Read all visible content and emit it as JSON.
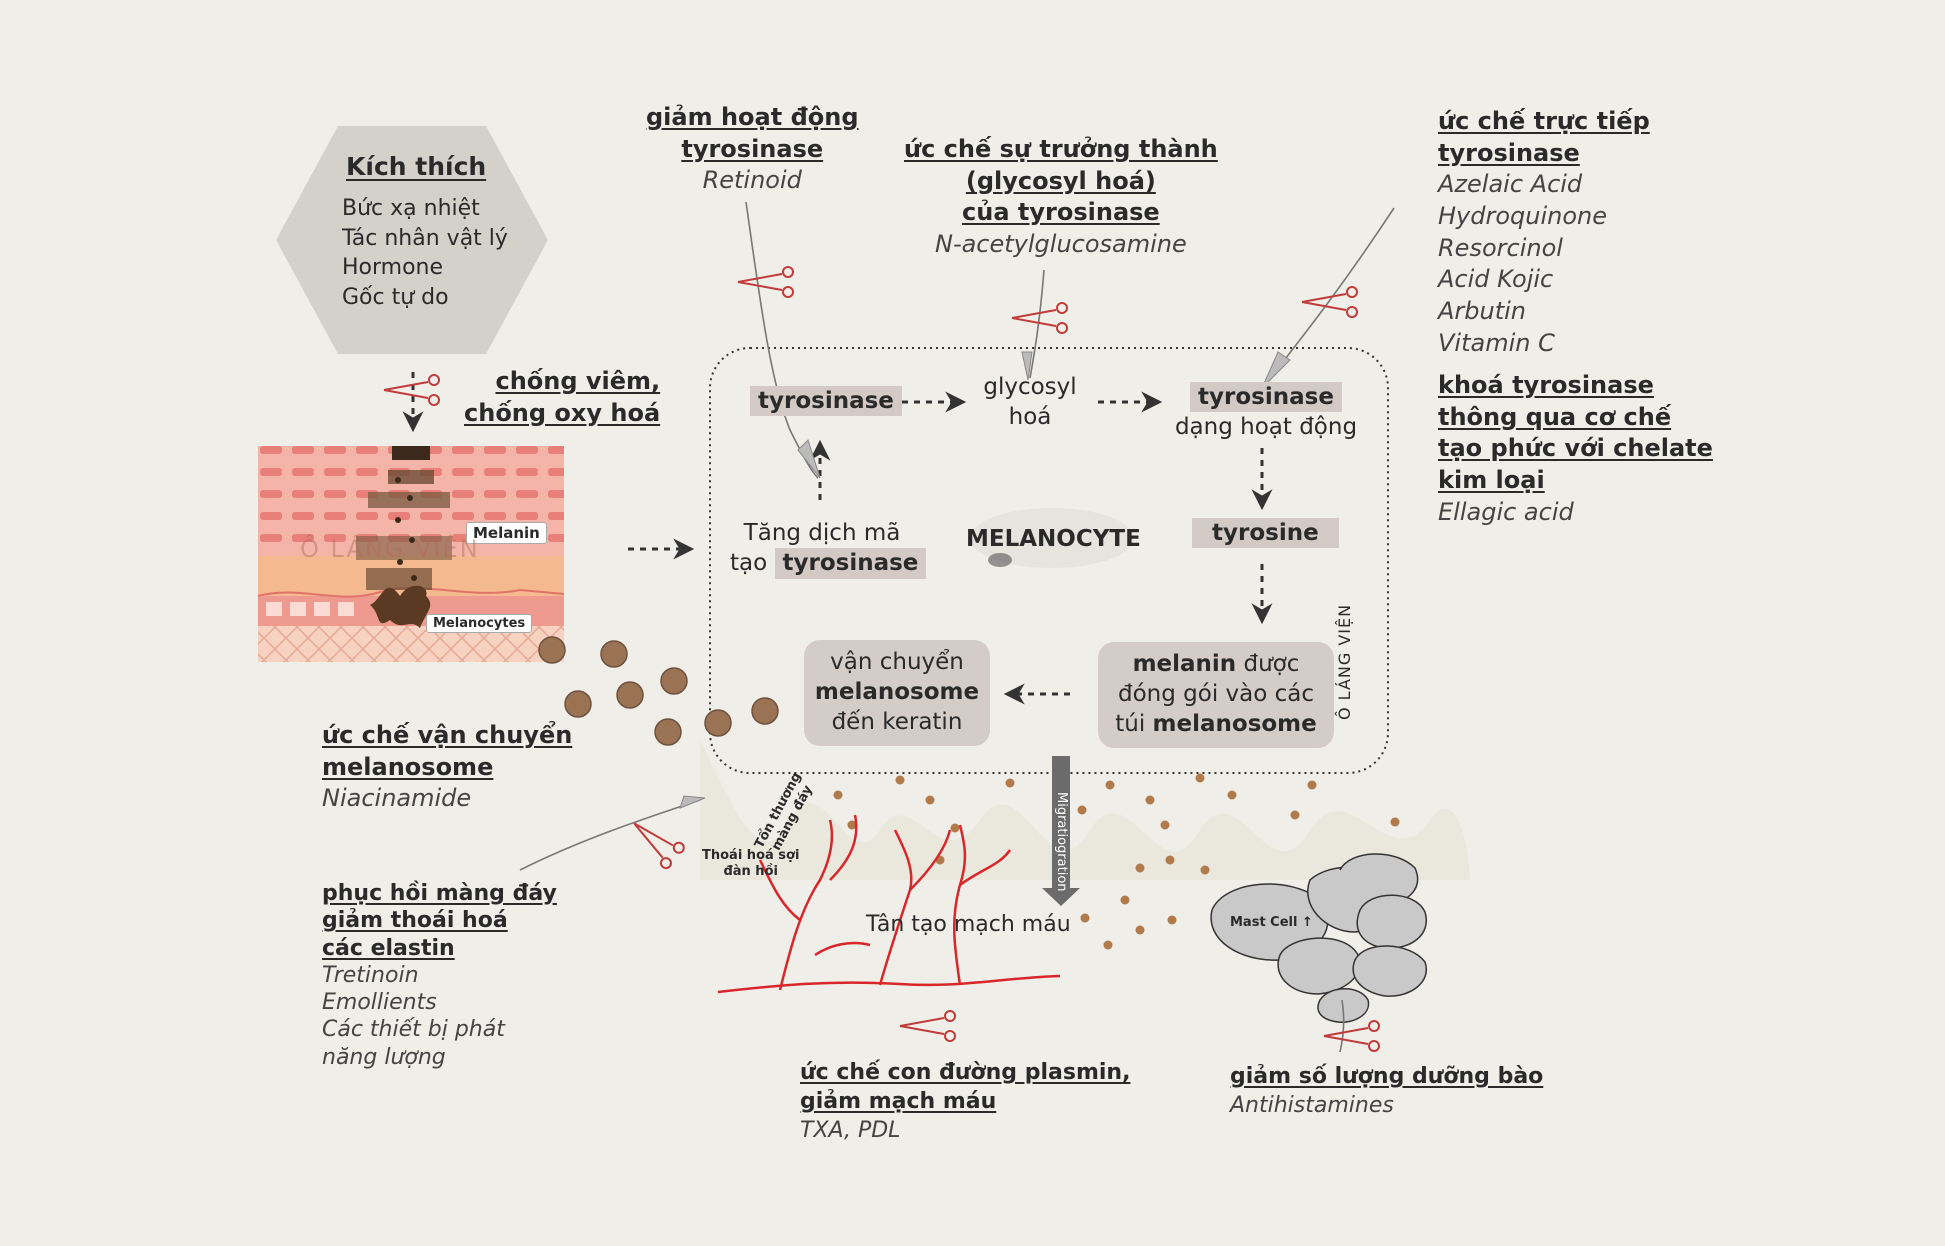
{
  "hexagon": {
    "title": "Kích thích",
    "items": [
      "Bức xạ nhiệt",
      "Tác nhân vật lý",
      "Hormone",
      "Gốc tự do"
    ]
  },
  "anti_inflammatory": {
    "line1": "chống viêm,",
    "line2": "chống oxy hoá"
  },
  "skin": {
    "melanin_label": "Melanin",
    "melanocytes_label": "Melanocytes",
    "watermark": "Ô LÁNG VIÊN"
  },
  "retinoid_box": {
    "line1": "giảm hoạt động",
    "line2": "tyrosinase",
    "agent": "Retinoid"
  },
  "glycosyl_box": {
    "line1": "ức chế sự trưởng thành",
    "line2": "(glycosyl hoá)",
    "line3": "của tyrosinase",
    "agent": "N-acetylglucosamine"
  },
  "direct_box": {
    "line1": "ức chế trực tiếp",
    "line2": "tyrosinase",
    "agents": [
      "Azelaic Acid",
      "Hydroquinone",
      "Resorcinol",
      "Acid Kojic",
      "Arbutin",
      "Vitamin C"
    ]
  },
  "chelate_box": {
    "lines": [
      "khoá tyrosinase",
      "thông qua cơ chế",
      "tạo phức với chelate",
      "kim loại"
    ],
    "agent": "Ellagic acid"
  },
  "melanocyte": {
    "center_label": "MELANOCYTE",
    "tyrosinase": "tyrosinase",
    "glycosyl_1": "glycosyl",
    "glycosyl_2": "hoá",
    "active_tyrosinase": "tyrosinase",
    "active_sub": "dạng hoạt động",
    "tyrosine": "tyrosine",
    "transcribe_1": "Tăng dịch mã",
    "transcribe_2_prefix": "tạo",
    "transcribe_2_bold": "tyrosinase",
    "transport_1": "vận chuyển",
    "transport_2": "melanosome",
    "transport_3": "đến keratin",
    "packaging_1_bold": "melanin",
    "packaging_1_rest": " được",
    "packaging_2": "đóng gói vào các",
    "packaging_3_prefix": "túi ",
    "packaging_3_bold": "melanosome",
    "side_watermark": "Ô LÁNG VIỆN"
  },
  "transport_inhibit": {
    "line1": "ức chế vận chuyển",
    "line2": "melanosome",
    "agent": "Niacinamide"
  },
  "membrane_box": {
    "lines": [
      "phục hồi màng đáy",
      "giảm thoái hoá",
      "các elastin"
    ],
    "agents": [
      "Tretinoin",
      "Emollients",
      "Các thiết bị phát",
      "năng lượng"
    ]
  },
  "small_labels": {
    "membrane_damage_1": "Tổn thương",
    "membrane_damage_2": "màng đáy",
    "elastin_1": "Thoái hoá sợi",
    "elastin_2": "đàn hồi",
    "migration": "Migratiogration",
    "angiogenesis": "Tân tạo mạch máu",
    "mast_cell": "Mast Cell ↑"
  },
  "plasmin_box": {
    "line1": "ức chế con đường plasmin,",
    "line2": "giảm mạch máu",
    "agent": "TXA, PDL"
  },
  "mast_box": {
    "line1": "giảm số lượng dưỡng bào",
    "agent": "Antihistamines"
  },
  "colors": {
    "background": "#efeee8",
    "hexagon": "#d4d1cb",
    "chip": "#d3cac6",
    "melanosome": "#9a7355",
    "vessel": "#d9262a",
    "arrow": "#333333"
  }
}
